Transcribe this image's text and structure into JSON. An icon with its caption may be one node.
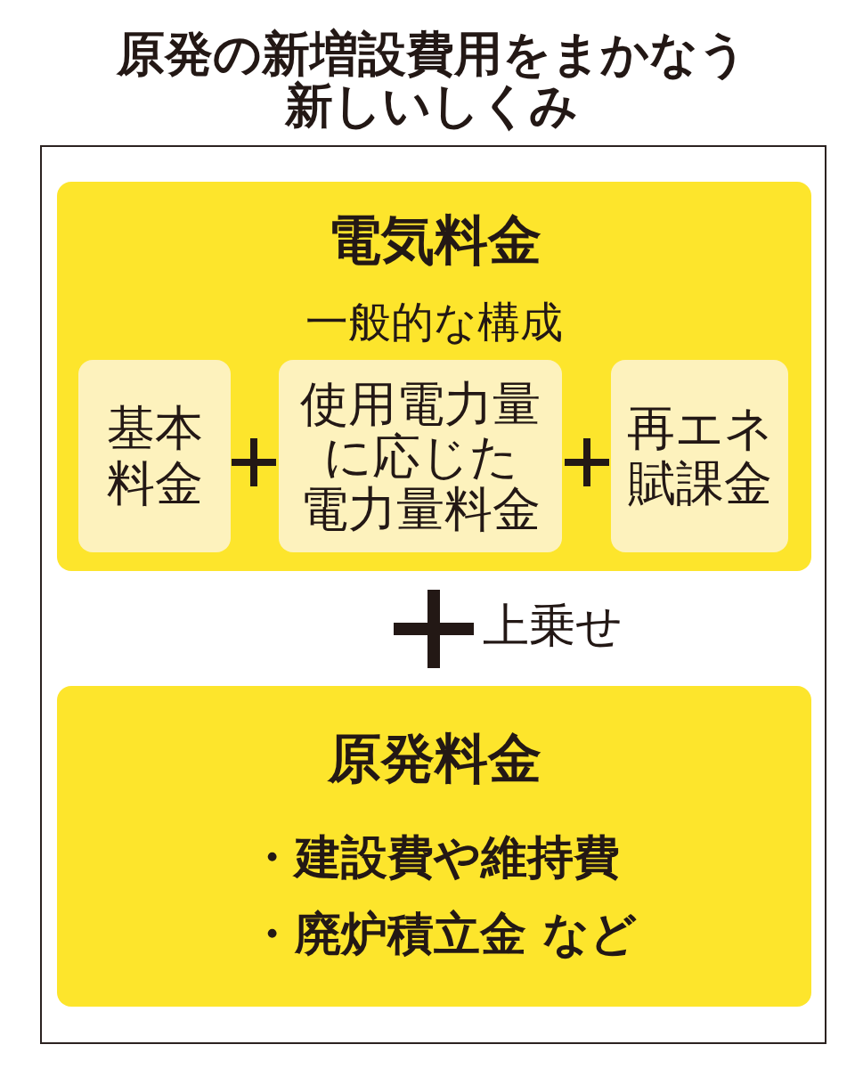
{
  "diagram": {
    "title": "原発の新増設費用をまかなう新しいしくみ",
    "nodes": [
      {
        "text": [
          "電気料金",
          "一般的な構成"
        ]
      },
      {
        "text": [
          "基本料金"
        ],
        "in": 0
      },
      {
        "text": [
          "使用電力量に応じた電力量料金"
        ],
        "in": 0
      },
      {
        "text": [
          "再エネ賦課金"
        ],
        "in": 0
      },
      {
        "text": [
          "原発料金",
          "・建設費や維持費",
          "・廃炉積立金 など"
        ]
      }
    ],
    "labels": [
      "上乗せ"
    ]
  }
}
